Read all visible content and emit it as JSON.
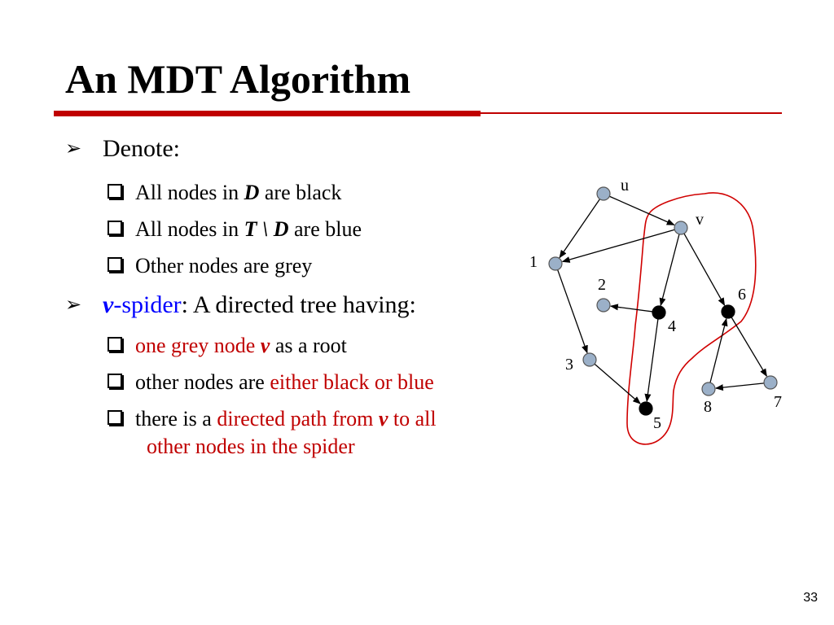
{
  "title": "An MDT Algorithm",
  "bullets": {
    "denote": "Denote:",
    "denote_items": [
      {
        "pre": "All nodes in ",
        "sym": "D",
        "post": " are black"
      },
      {
        "pre": "All nodes in ",
        "sym": "T \\ D",
        "post": " are blue"
      },
      {
        "pre": "Other nodes are grey"
      }
    ],
    "spider": {
      "v": "v",
      "word": "-spider",
      "rest": ": A directed tree having:"
    },
    "spider_items": {
      "item1": {
        "red": "one grey node ",
        "v": "v",
        "black": " as a root"
      },
      "item2": {
        "black": "other nodes are ",
        "red": "either black or blue"
      },
      "item3": {
        "black": "there is a ",
        "red1": "directed path from ",
        "v": "v",
        "red2": " to all",
        "line2": "other nodes in the spider"
      }
    }
  },
  "diagram": {
    "nodes": [
      {
        "id": "u",
        "label": "u",
        "color": "grey"
      },
      {
        "id": "v",
        "label": "v",
        "color": "grey"
      },
      {
        "id": "1",
        "label": "1",
        "color": "grey"
      },
      {
        "id": "2",
        "label": "2",
        "color": "grey"
      },
      {
        "id": "3",
        "label": "3",
        "color": "grey"
      },
      {
        "id": "4",
        "label": "4",
        "color": "black"
      },
      {
        "id": "5",
        "label": "5",
        "color": "black"
      },
      {
        "id": "6",
        "label": "6",
        "color": "black"
      },
      {
        "id": "7",
        "label": "7",
        "color": "grey"
      },
      {
        "id": "8",
        "label": "8",
        "color": "grey"
      }
    ],
    "edges": [
      {
        "from": "u",
        "to": "1"
      },
      {
        "from": "u",
        "to": "v"
      },
      {
        "from": "v",
        "to": "1"
      },
      {
        "from": "v",
        "to": "4"
      },
      {
        "from": "v",
        "to": "6"
      },
      {
        "from": "1",
        "to": "3"
      },
      {
        "from": "4",
        "to": "2"
      },
      {
        "from": "4",
        "to": "5"
      },
      {
        "from": "3",
        "to": "5"
      },
      {
        "from": "6",
        "to": "7"
      },
      {
        "from": "7",
        "to": "8"
      },
      {
        "from": "8",
        "to": "6"
      }
    ],
    "colors": {
      "grey": "#9bb0c8",
      "black": "#000000",
      "outline": "#d00000"
    }
  },
  "slide_number": "33"
}
